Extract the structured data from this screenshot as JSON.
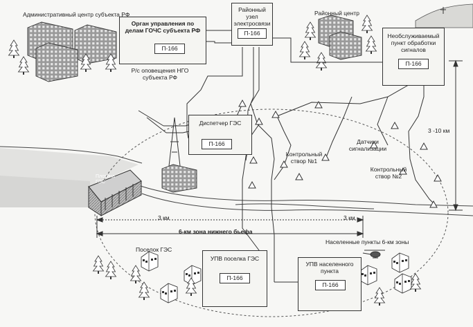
{
  "labels": {
    "admin_center": "Административный центр субъекта РФ",
    "gochs_organ": "Орган управления по делам ГОЧС субъекта РФ",
    "radio_alert": "Р/с оповещения НГО субъекта РФ",
    "district_telecom": "Районный узел электросвязи",
    "district_center": "Районный центр",
    "unattended_point": "Необслуживаемый пункт обработки сигналов",
    "hpp_dispatcher": "Диспетчер ГЭС",
    "sensors": "Датчики сигнализации",
    "control_section_1": "Контрольный створ №1",
    "control_section_2": "Контрольный створ №2",
    "distance_vertical": "3 -10 км",
    "hpp_dam": "Плотина ГЭС",
    "dist_3km_left": "3 км",
    "dist_3km_right": "3 км",
    "tailwater_zone": "6-км зона нижнего бьефа",
    "settlements_6km": "Населенные пункты 6-км зоны",
    "hpp_village": "Поселок ГЭС",
    "upv_hpp_village": "УПВ поселка ГЭС",
    "upv_settlement": "УПВ населенного пункта"
  },
  "devices": {
    "gochs": "П-166",
    "telecom": "П-166",
    "unattended": "П-166",
    "dispatcher": "П-166",
    "upv_village": "П-166",
    "upv_settlement": "П-166"
  }
}
